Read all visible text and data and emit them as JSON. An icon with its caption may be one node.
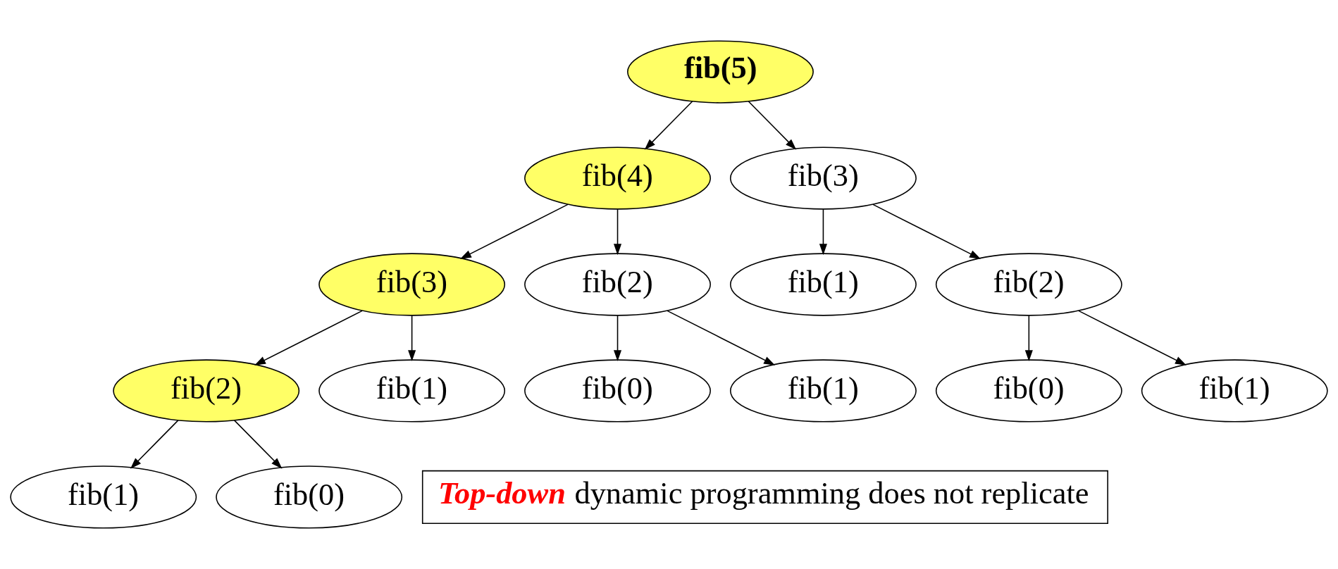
{
  "diagram": {
    "nodes": [
      {
        "text": [
          "**fib(5)**"
        ]
      },
      {
        "text": [
          "fib(4)"
        ]
      },
      {
        "text": [
          "fib(3)"
        ]
      },
      {
        "text": [
          "fib(3)"
        ]
      },
      {
        "text": [
          "fib(2)"
        ]
      },
      {
        "text": [
          "fib(1)"
        ]
      },
      {
        "text": [
          "fib(2)"
        ]
      },
      {
        "text": [
          "fib(2)"
        ]
      },
      {
        "text": [
          "fib(1)"
        ]
      },
      {
        "text": [
          "fib(0)"
        ]
      },
      {
        "text": [
          "fib(1)"
        ]
      },
      {
        "text": [
          "fib(0)"
        ]
      },
      {
        "text": [
          "fib(1)"
        ]
      },
      {
        "text": [
          "fib(1)"
        ]
      },
      {
        "text": [
          "fib(0)"
        ]
      },
      {
        "text": [
          "**Top-down** dynamic programming does not replicate"
        ]
      }
    ],
    "edges": [
      {
        "from": 0,
        "to": 1,
        "arrow": "to"
      },
      {
        "from": 0,
        "to": 2,
        "arrow": "to"
      },
      {
        "from": 1,
        "to": 3,
        "arrow": "to"
      },
      {
        "from": 1,
        "to": 4,
        "arrow": "to"
      },
      {
        "from": 2,
        "to": 5,
        "arrow": "to"
      },
      {
        "from": 2,
        "to": 6,
        "arrow": "to"
      },
      {
        "from": 3,
        "to": 7,
        "arrow": "to"
      },
      {
        "from": 3,
        "to": 8,
        "arrow": "to"
      },
      {
        "from": 4,
        "to": 9,
        "arrow": "to"
      },
      {
        "from": 4,
        "to": 10,
        "arrow": "to"
      },
      {
        "from": 6,
        "to": 11,
        "arrow": "to"
      },
      {
        "from": 6,
        "to": 12,
        "arrow": "to"
      },
      {
        "from": 7,
        "to": 13,
        "arrow": "to"
      },
      {
        "from": 7,
        "to": 14,
        "arrow": "to"
      }
    ]
  }
}
